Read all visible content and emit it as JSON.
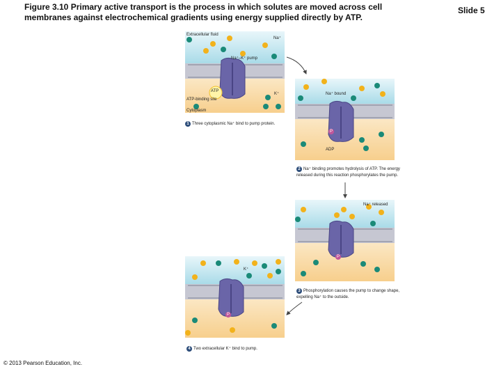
{
  "header": {
    "title": "Figure 3.10 Primary active transport is the process in which solutes are moved across cell membranes against electrochemical gradients using energy supplied directly by ATP.",
    "slide": "Slide 5"
  },
  "footer": {
    "copyright": "© 2013 Pearson Education, Inc."
  },
  "labels": {
    "extracellular": "Extracellular fluid",
    "na": "Na⁺",
    "pump": "Na⁺–K⁺ pump",
    "atp": "ATP",
    "k": "K⁺",
    "atp_site": "ATP-binding site",
    "cytoplasm": "Cytoplasm",
    "na_bound": "Na⁺ bound",
    "p": "P",
    "adp": "ADP",
    "na_released": "Na⁺ released",
    "k2": "K⁺"
  },
  "steps": [
    {
      "num": "1",
      "text": "Three cytoplasmic Na⁺ bind to pump protein."
    },
    {
      "num": "2",
      "text": "Na⁺ binding promotes hydrolysis of ATP. The energy released during this reaction phosphorylates the pump."
    },
    {
      "num": "3",
      "text": "Phosphorylation causes the pump to change shape, expelling Na⁺ to the outside."
    },
    {
      "num": "4",
      "text": "Two extracellular K⁺ bind to pump."
    }
  ],
  "colors": {
    "na": "#f2b21b",
    "k": "#1a8a78",
    "pump": "#6a65a8",
    "outside": "#bfe4ee",
    "inside": "#fbe3b8"
  }
}
